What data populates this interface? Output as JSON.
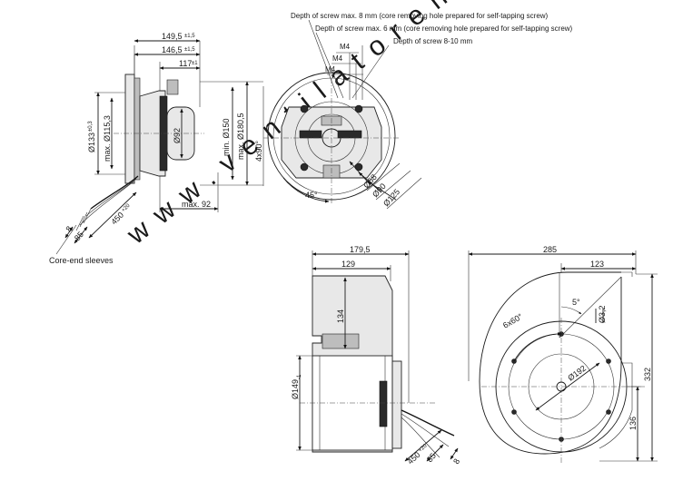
{
  "notes": {
    "screw_depth_8": "Depth of screw max. 8 mm (core removing hole prepared for self-tapping screw)",
    "screw_depth_6": "Depth of screw max. 6 mm (core removing hole prepared for self-tapping screw)",
    "screw_depth_8_10": "Depth of screw 8-10 mm",
    "core_end_sleeves": "Core-end sleeves"
  },
  "threads": {
    "m4_a": "M4",
    "m4_b": "M4",
    "m4_c": "M4"
  },
  "motor_view": {
    "dim_149_5": "149,5",
    "tol_149_5": "±1,5",
    "dim_146_5": "146,5",
    "tol_146_5": "±1,5",
    "dim_117": "117",
    "tol_117": "±1",
    "dim_133": "Ø133",
    "tol_133": "±0,3",
    "dim_115_3": "max. Ø115,3",
    "dim_92": "Ø92",
    "dim_150": "min. Ø150",
    "dim_180_5": "max. Ø180,5",
    "dim_max92": "max. 92",
    "dim_450": "450",
    "tol_450": "+20",
    "dim_85": "85",
    "dim_8": "8"
  },
  "flange_view": {
    "pattern": "4x90°",
    "angle_45": "45°",
    "dim_58": "Ø58",
    "dim_90": "Ø90",
    "dim_125": "Ø125"
  },
  "blower_side": {
    "dim_179_5": "179,5",
    "dim_129": "129",
    "dim_134": "134",
    "dim_149": "Ø149",
    "tol_149": "-1",
    "dim_85": "85",
    "dim_450": "450",
    "tol_450": "+20",
    "dim_8": "8"
  },
  "blower_front": {
    "dim_285": "285",
    "dim_123": "123",
    "dim_332": "332",
    "dim_136": "136",
    "dim_192": "Ø192",
    "dim_3_2": "Ø3,2",
    "angle_5": "5°",
    "pattern_6x60": "6x60°"
  },
  "watermark": "www.ventilatoren.nl"
}
